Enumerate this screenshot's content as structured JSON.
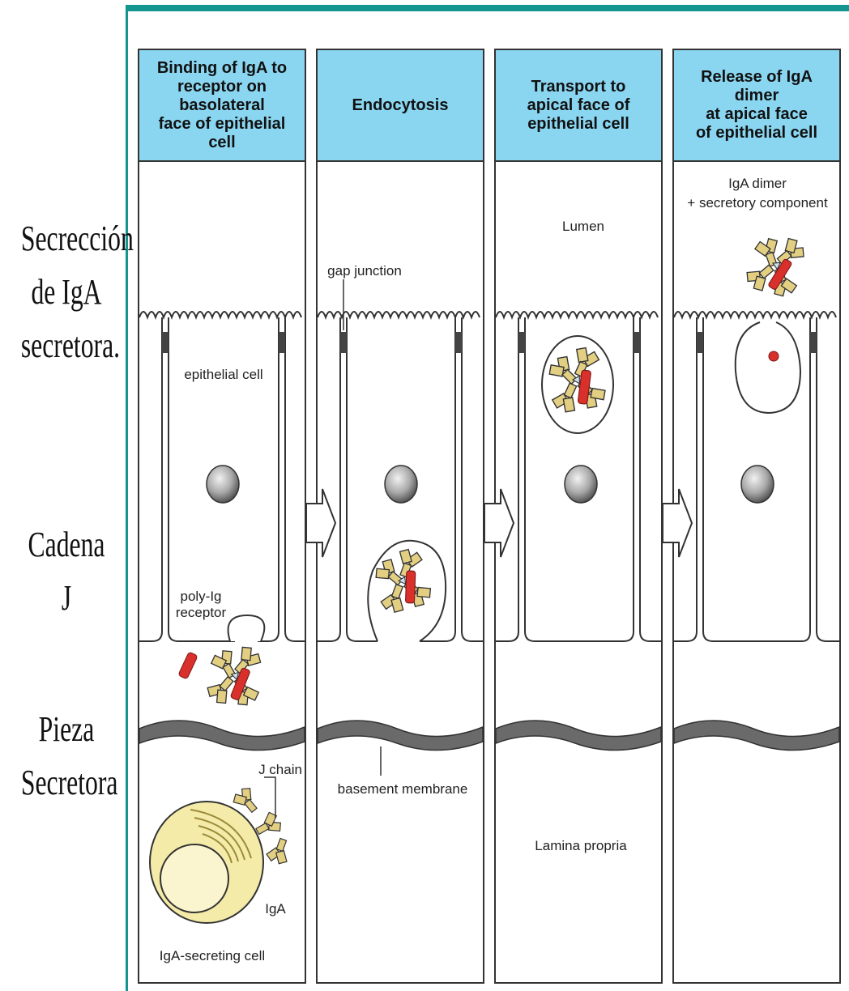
{
  "side_labels": [
    {
      "text": "Secrección\nde IgA\nsecretora."
    },
    {
      "text": "Cadena J"
    },
    {
      "text": "Pieza\nSecretora"
    }
  ],
  "panels": [
    {
      "header": "Binding of IgA to\nreceptor on basolateral\nface of epithelial cell"
    },
    {
      "header": "Endocytosis"
    },
    {
      "header": "Transport to\napical face of\nepithelial cell"
    },
    {
      "header": "Release of IgA dimer\nat apical face\nof epithelial cell"
    }
  ],
  "labels": {
    "epithelial_cell": "epithelial cell",
    "poly_ig_receptor_1": "poly-Ig",
    "poly_ig_receptor_2": "receptor",
    "j_chain": "J chain",
    "iga": "IgA",
    "iga_secreting_cell": "IgA-secreting cell",
    "gap_junction": "gap junction",
    "basement_membrane": "basement membrane",
    "lumen": "Lumen",
    "lamina_propria": "Lamina propria",
    "iga_dimer_1": "IgA dimer",
    "iga_dimer_2": "+ secretory component"
  },
  "colors": {
    "header_blue": "#8ad6f1",
    "teal_frame": "#14958f",
    "secretory_red": "#d9302c",
    "antibody_tan": "#e3cf82",
    "plasma_cell_yellow": "#f5eba8"
  }
}
